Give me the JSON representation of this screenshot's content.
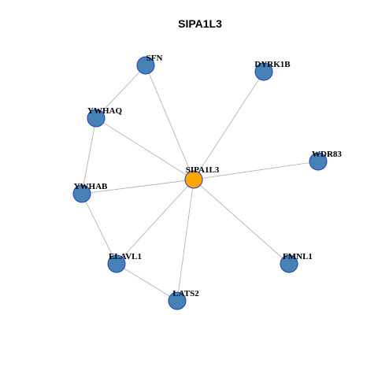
{
  "title": "SIPA1L3",
  "colors": {
    "hub": "#FFA500",
    "node": "#4682B4",
    "node_border": "#1F3FBF",
    "edge": "#B3B3B3"
  },
  "nodes": [
    {
      "id": "SIPA1L3",
      "label": "SIPA1L3",
      "hub": true
    },
    {
      "id": "SFN",
      "label": "SFN"
    },
    {
      "id": "DYRK1B",
      "label": "DYRK1B"
    },
    {
      "id": "YWHAQ",
      "label": "YWHAQ"
    },
    {
      "id": "WDR83",
      "label": "WDR83"
    },
    {
      "id": "YWHAB",
      "label": "YWHAB"
    },
    {
      "id": "ELAVL1",
      "label": "ELAVL1"
    },
    {
      "id": "FMNL1",
      "label": "FMNL1"
    },
    {
      "id": "LATS2",
      "label": "LATS2"
    }
  ],
  "edges": [
    [
      "SIPA1L3",
      "SFN"
    ],
    [
      "SIPA1L3",
      "DYRK1B"
    ],
    [
      "SIPA1L3",
      "YWHAQ"
    ],
    [
      "SIPA1L3",
      "WDR83"
    ],
    [
      "SIPA1L3",
      "YWHAB"
    ],
    [
      "SIPA1L3",
      "ELAVL1"
    ],
    [
      "SIPA1L3",
      "FMNL1"
    ],
    [
      "SIPA1L3",
      "LATS2"
    ],
    [
      "SFN",
      "YWHAQ"
    ],
    [
      "YWHAQ",
      "YWHAB"
    ],
    [
      "YWHAB",
      "ELAVL1"
    ],
    [
      "ELAVL1",
      "LATS2"
    ]
  ]
}
